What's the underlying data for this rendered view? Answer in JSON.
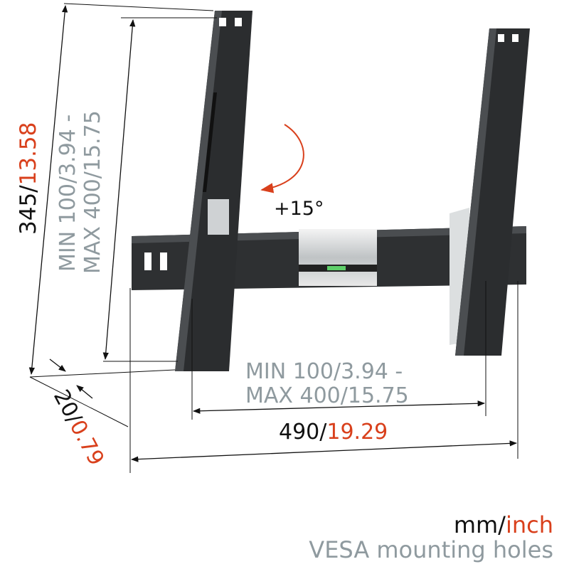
{
  "dimensions": {
    "height": {
      "mm": "345/",
      "inch": "13.58"
    },
    "depth": {
      "mm": "20/",
      "inch": "0.79"
    },
    "width": {
      "mm": "490/",
      "inch": "19.29"
    },
    "vesa_vertical": {
      "line1": {
        "mm": "MIN 100",
        "inch": "/3.94 -"
      },
      "line2": {
        "mm": "MAX 400",
        "inch": "/15.75"
      }
    },
    "vesa_horizontal": {
      "line1": {
        "mm": "MIN 100",
        "inch": "/3.94 -"
      },
      "line2": {
        "mm": "MAX 400",
        "inch": "/15.75"
      }
    },
    "tilt": "+15°"
  },
  "legend": {
    "units_mm": "mm/",
    "units_inch": "inch",
    "vesa_label": "VESA mounting holes"
  },
  "colors": {
    "inch": "#d9401c",
    "vesa": "#8f9a9f",
    "mm": "#111111",
    "bracket": "#2b2d2f"
  }
}
